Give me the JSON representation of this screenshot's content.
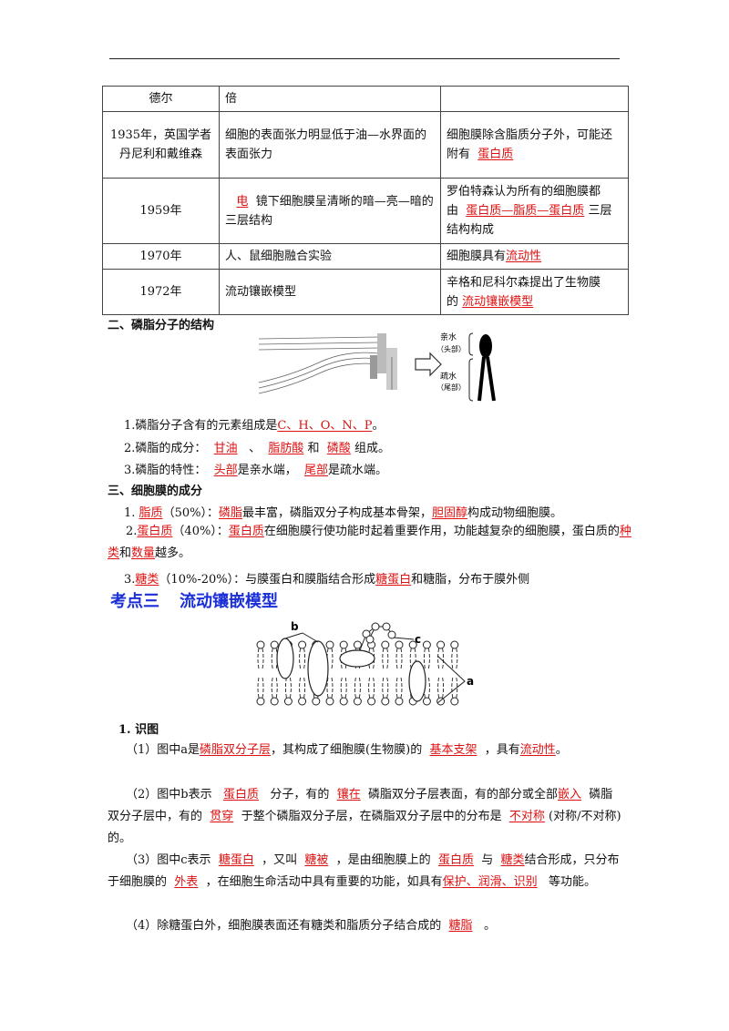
{
  "table": {
    "rows": [
      {
        "year": "德尔",
        "exp": "倍",
        "concl": ""
      },
      {
        "year": "1935年，英国学者丹尼利和戴维森",
        "exp": "细胞的表面张力明显低于油—水界面的表面张力",
        "concl_pre": "细胞膜除含脂质分子外，可能还附有",
        "concl_ans": "蛋白质",
        "concl_post": ""
      },
      {
        "year": "1959年",
        "exp_ans": "电",
        "exp": "镜下细胞膜呈清晰的暗—亮—暗的三层结构",
        "concl_pre": "罗伯特森认为所有的细胞膜都由",
        "concl_ans": "蛋白质—脂质—蛋白质",
        "concl_post": "三层结构构成"
      },
      {
        "year": "1970年",
        "exp": "人、鼠细胞融合实验",
        "concl_pre": "细胞膜具有",
        "concl_ans": "流动性",
        "concl_post": ""
      },
      {
        "year": "1972年",
        "exp": "流动镶嵌模型",
        "concl_pre": "辛格和尼科尔森提出了生物膜的",
        "concl_ans": "流动镶嵌模型",
        "concl_post": ""
      }
    ]
  },
  "section2": {
    "title": "二、磷脂分子的结构",
    "fig_hydrophilic": "亲水",
    "fig_head": "（头部）",
    "fig_hydrophobic": "疏水",
    "fig_tail": "（尾部）",
    "q1_pre": "1.磷脂分子含有的元素组成是",
    "q1_ans": "C、H、O、N、P",
    "q1_post": "。",
    "q2_pre": "2.磷脂的成分：",
    "q2_a": "甘油",
    "q2_m1": "、",
    "q2_b": "脂肪酸",
    "q2_m2": "和",
    "q2_c": "磷酸",
    "q2_post": "组成。",
    "q3_pre": "3.磷脂的特性：",
    "q3_a": "头部",
    "q3_m": "是亲水端，",
    "q3_b": "尾部",
    "q3_post": "是疏水端。"
  },
  "section3": {
    "title": "三、细胞膜的成分",
    "l1_a": "脂质",
    "l1_b": "（50%）：",
    "l1_c": "磷脂",
    "l1_d": "最丰富，磷脂双分子构成基本骨架，",
    "l1_e": "胆固醇",
    "l1_f": "构成动物细胞膜。",
    "l2_pre": "2.",
    "l2_a": "蛋白质",
    "l2_b": "（40%）：",
    "l2_c": "蛋白质",
    "l2_d": "在细胞膜行使功能时起着重要作用，功能越复杂的细胞膜，蛋白质的",
    "l2_e": "种类",
    "l2_f": "和",
    "l2_g": "数量",
    "l2_h": "越多。",
    "l3_pre": "3.",
    "l3_a": "糖类",
    "l3_b": "（10%-20%）：与膜蛋白和膜脂结合形成",
    "l3_c": "糖蛋白",
    "l3_d": "和糖脂，分布于膜外侧"
  },
  "kaodian": {
    "label": "考点三",
    "title": "流动镶嵌模型"
  },
  "figure2": {
    "label_a": "a",
    "label_b": "b",
    "label_c": "c"
  },
  "shitu": {
    "title": "1. 识图",
    "p1_a": "（1）图中a是",
    "p1_b": "磷脂双分子层",
    "p1_c": "，其构成了细胞膜(生物膜)的",
    "p1_d": "基本支架",
    "p1_e": "，具有",
    "p1_f": "流动性",
    "p1_g": "。",
    "p2_a": "（2）图中b表示",
    "p2_b": "蛋白质",
    "p2_c": "分子，有的",
    "p2_d": "镶在",
    "p2_e": "磷脂双分子层表面，有的部分或全部",
    "p2_f": "嵌入",
    "p2_g": "磷脂双分子层中，有的",
    "p2_h": "贯穿",
    "p2_i": "于整个磷脂双分子层，在磷脂双分子层中的分布是",
    "p2_j": "不对称",
    "p2_k": "(对称/不对称)的。",
    "p3_a": "（3）图中c表示",
    "p3_b": "糖蛋白",
    "p3_c": "，又叫",
    "p3_d": "糖被",
    "p3_e": "，是由细胞膜上的",
    "p3_f": "蛋白质",
    "p3_g": "与",
    "p3_h": "糖类",
    "p3_i": "结合形成，只分布于细胞膜的",
    "p3_j": "外表",
    "p3_k": "，在细胞生命活动中具有重要的功能，如具有",
    "p3_l": "保护、润滑、识别",
    "p3_m": "等功能。",
    "p4_a": "（4）除糖蛋白外，细胞膜表面还有糖类和脂质分子结合成的",
    "p4_b": "糖脂",
    "p4_c": "。"
  }
}
